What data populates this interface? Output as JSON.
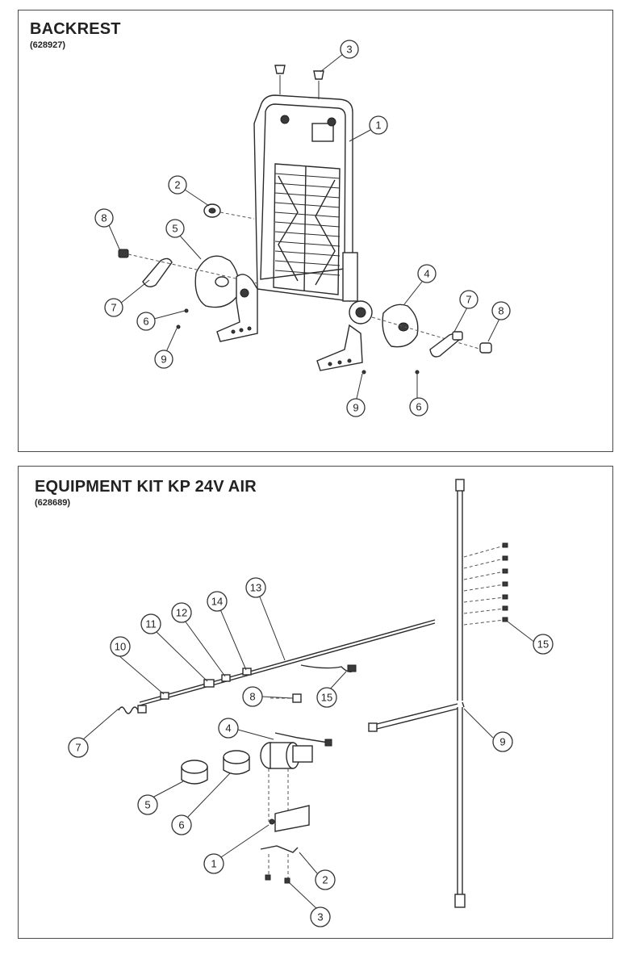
{
  "backrest": {
    "title": "BACKREST",
    "code": "(628927)",
    "callouts": [
      "3",
      "1",
      "2",
      "8",
      "5",
      "7",
      "6",
      "9",
      "4",
      "7",
      "8",
      "9",
      "6"
    ]
  },
  "kit": {
    "title": "EQUIPMENT KIT KP 24V AIR",
    "code": "(628689)",
    "callouts": [
      "13",
      "14",
      "12",
      "11",
      "10",
      "7",
      "8",
      "15",
      "4",
      "5",
      "6",
      "1",
      "2",
      "3",
      "15",
      "9"
    ]
  }
}
